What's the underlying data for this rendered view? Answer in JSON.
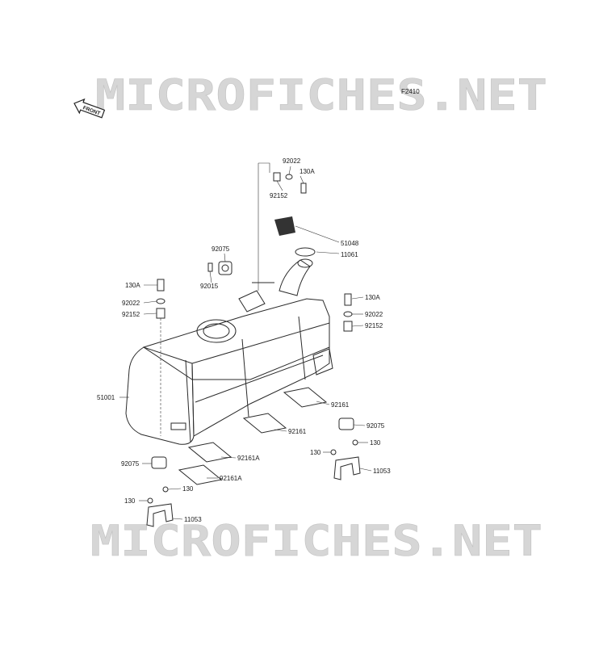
{
  "watermark": {
    "text": "MICROFICHES.NET",
    "color": "#d6d6d6"
  },
  "figure_code": "F2410",
  "front_label": "FRONT",
  "callouts": [
    {
      "id": "c-92022-top",
      "text": "92022"
    },
    {
      "id": "c-130a-top",
      "text": "130A"
    },
    {
      "id": "c-92152-top",
      "text": "92152"
    },
    {
      "id": "c-51048",
      "text": "51048"
    },
    {
      "id": "c-11061",
      "text": "11061"
    },
    {
      "id": "c-92075-top",
      "text": "92075"
    },
    {
      "id": "c-92015",
      "text": "92015"
    },
    {
      "id": "c-130a-left",
      "text": "130A"
    },
    {
      "id": "c-92022-left",
      "text": "92022"
    },
    {
      "id": "c-92152-left",
      "text": "92152"
    },
    {
      "id": "c-130a-right",
      "text": "130A"
    },
    {
      "id": "c-92022-right",
      "text": "92022"
    },
    {
      "id": "c-92152-right",
      "text": "92152"
    },
    {
      "id": "c-51001",
      "text": "51001"
    },
    {
      "id": "c-92161-right",
      "text": "92161"
    },
    {
      "id": "c-92161-mid",
      "text": "92161"
    },
    {
      "id": "c-92075-right",
      "text": "92075"
    },
    {
      "id": "c-130-right-a",
      "text": "130"
    },
    {
      "id": "c-130-right-b",
      "text": "130"
    },
    {
      "id": "c-11053-right",
      "text": "11053"
    },
    {
      "id": "c-92161a-1",
      "text": "92161A"
    },
    {
      "id": "c-92075-left",
      "text": "92075"
    },
    {
      "id": "c-92161a-2",
      "text": "92161A"
    },
    {
      "id": "c-130-left-a",
      "text": "130"
    },
    {
      "id": "c-130-left-b",
      "text": "130"
    },
    {
      "id": "c-11053-left",
      "text": "11053"
    }
  ]
}
